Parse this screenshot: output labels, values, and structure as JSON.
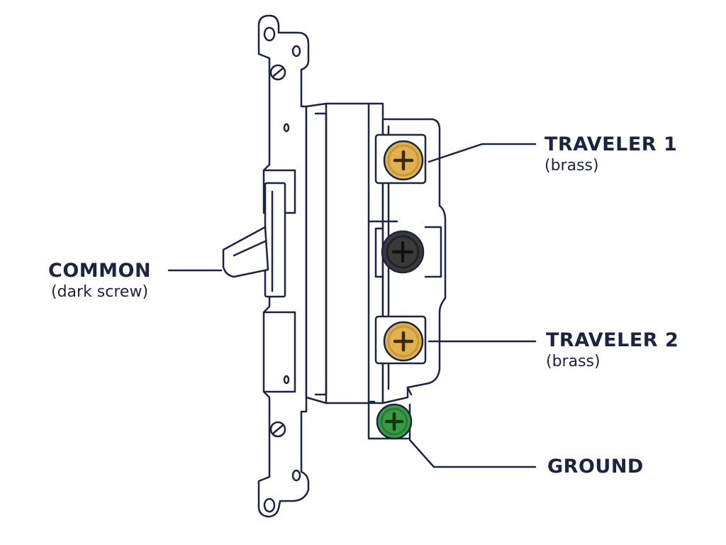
{
  "colors": {
    "ink": "#1b2440",
    "brass_fill": "#e1b14f",
    "brass_ring": "#c8973a",
    "dark_fill": "#3a3a3a",
    "dark_ring": "#222222",
    "green_fill": "#3a9b45",
    "green_ring": "#2a7a35",
    "body_fill": "#ffffff"
  },
  "labels": {
    "common": {
      "title": "COMMON",
      "note": "(dark screw)"
    },
    "traveler_1": {
      "title": "TRAVELER 1",
      "note": "(brass)"
    },
    "traveler_2": {
      "title": "TRAVELER 2",
      "note": "(brass)"
    },
    "ground": {
      "title": "GROUND"
    }
  },
  "screws": [
    {
      "id": "traveler-1",
      "color": "brass"
    },
    {
      "id": "common",
      "color": "dark"
    },
    {
      "id": "traveler-2",
      "color": "brass"
    },
    {
      "id": "ground",
      "color": "green"
    }
  ]
}
